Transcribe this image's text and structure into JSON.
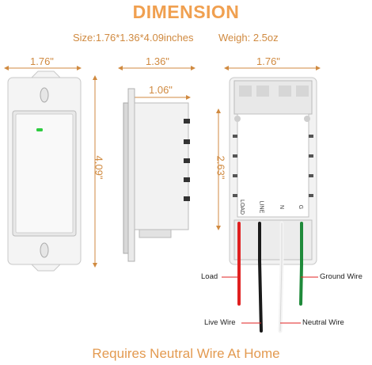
{
  "title": "DIMENSION",
  "specs": {
    "size": "Size:1.76*1.36*4.09inches",
    "weight": "Weigh: 2.5oz"
  },
  "dimensions": {
    "front_width": "1.76\"",
    "side_depth": "1.36\"",
    "side_inner_depth": "1.06\"",
    "back_width": "1.76\"",
    "height": "4.09\"",
    "back_height": "2.63\""
  },
  "terminal_labels": [
    "LOAD",
    "LINE",
    "N",
    "G"
  ],
  "wires": {
    "load": "Load",
    "live": "Live Wire",
    "neutral": "Neutral Wire",
    "ground": "Ground Wire"
  },
  "footer": "Requires Neutral Wire At Home",
  "colors": {
    "accent": "#f0a050",
    "led": "#2ecc40",
    "load_wire": "#e02020",
    "live_wire": "#1a1a1a",
    "neutral_wire": "#f4f4f4",
    "ground_wire": "#1f8a3a"
  }
}
